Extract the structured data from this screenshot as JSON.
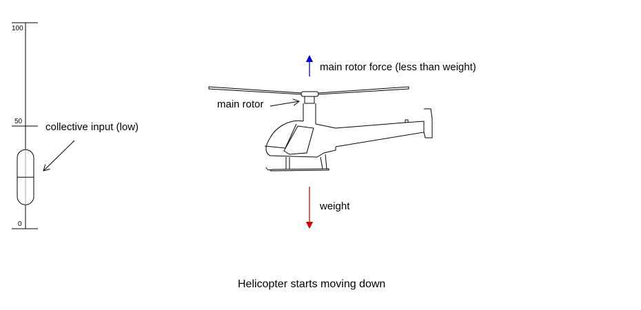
{
  "gauge": {
    "ticks": [
      "100",
      "50",
      "0"
    ],
    "value_percent": 25,
    "label": "collective input (low)"
  },
  "labels": {
    "main_rotor": "main rotor",
    "rotor_force": "main rotor force (less than weight)",
    "weight": "weight",
    "caption": "Helicopter starts moving down"
  },
  "colors": {
    "rotor_force_arrow": "#0000dd",
    "weight_arrow": "#cc0000"
  }
}
